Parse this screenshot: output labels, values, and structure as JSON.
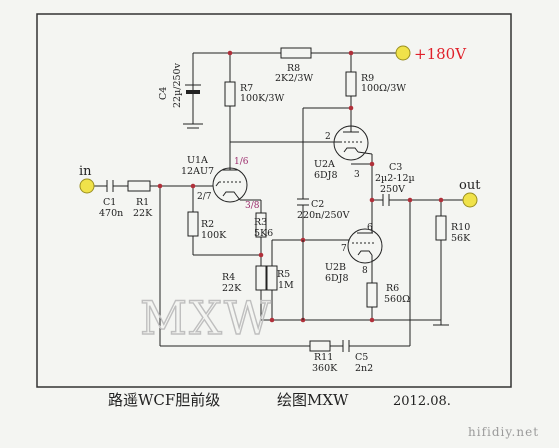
{
  "supply": {
    "label": "+180V",
    "color": "#e0202a"
  },
  "terminals": {
    "in": "in",
    "out": "out",
    "terminal_color": "#f0e24a"
  },
  "components": {
    "c4": {
      "ref": "C4",
      "value": "22µ/250v"
    },
    "r8": {
      "ref": "R8",
      "value": "2K2/3W"
    },
    "r7": {
      "ref": "R7",
      "value": "100K/3W"
    },
    "r9": {
      "ref": "R9",
      "value": "100Ω/3W"
    },
    "c1": {
      "ref": "C1",
      "value": "470n"
    },
    "r1": {
      "ref": "R1",
      "value": "22K"
    },
    "r2": {
      "ref": "R2",
      "value": "100K"
    },
    "r3": {
      "ref": "R3",
      "value": "5K6"
    },
    "r4": {
      "ref": "R4",
      "value": "22K"
    },
    "c2": {
      "ref": "C2",
      "value": "220n/250V"
    },
    "r5": {
      "ref": "R5",
      "value": "1M"
    },
    "c3": {
      "ref": "C3",
      "value": "2µ2-12µ",
      "value2": "250V"
    },
    "r10": {
      "ref": "R10",
      "value": "56K"
    },
    "r6": {
      "ref": "R6",
      "value": "560Ω"
    },
    "r11": {
      "ref": "R11",
      "value": "360K"
    },
    "c5": {
      "ref": "C5",
      "value": "2n2"
    }
  },
  "tubes": {
    "u1a": {
      "ref": "U1A",
      "type": "12AU7",
      "pin_plate": "1/6",
      "pin_grid": "2/7",
      "pin_cathode": "3/8"
    },
    "u2a": {
      "ref": "U2A",
      "type": "6DJ8",
      "pin_plate": "2",
      "pin_cathode": "3"
    },
    "u2b": {
      "ref": "U2B",
      "type": "6DJ8",
      "pin_plate": "6",
      "pin_grid": "7",
      "pin_cathode": "8"
    }
  },
  "watermark": "MXW",
  "title": {
    "text": "路遥WCF胆前级",
    "author": "绘图MXW",
    "date": "2012.08."
  },
  "site": "hifidiy.net",
  "colors": {
    "node_dot": "#b0303a",
    "wire": "#222222",
    "background": "#f4f5f2",
    "watermark": "#c8c8c8"
  }
}
